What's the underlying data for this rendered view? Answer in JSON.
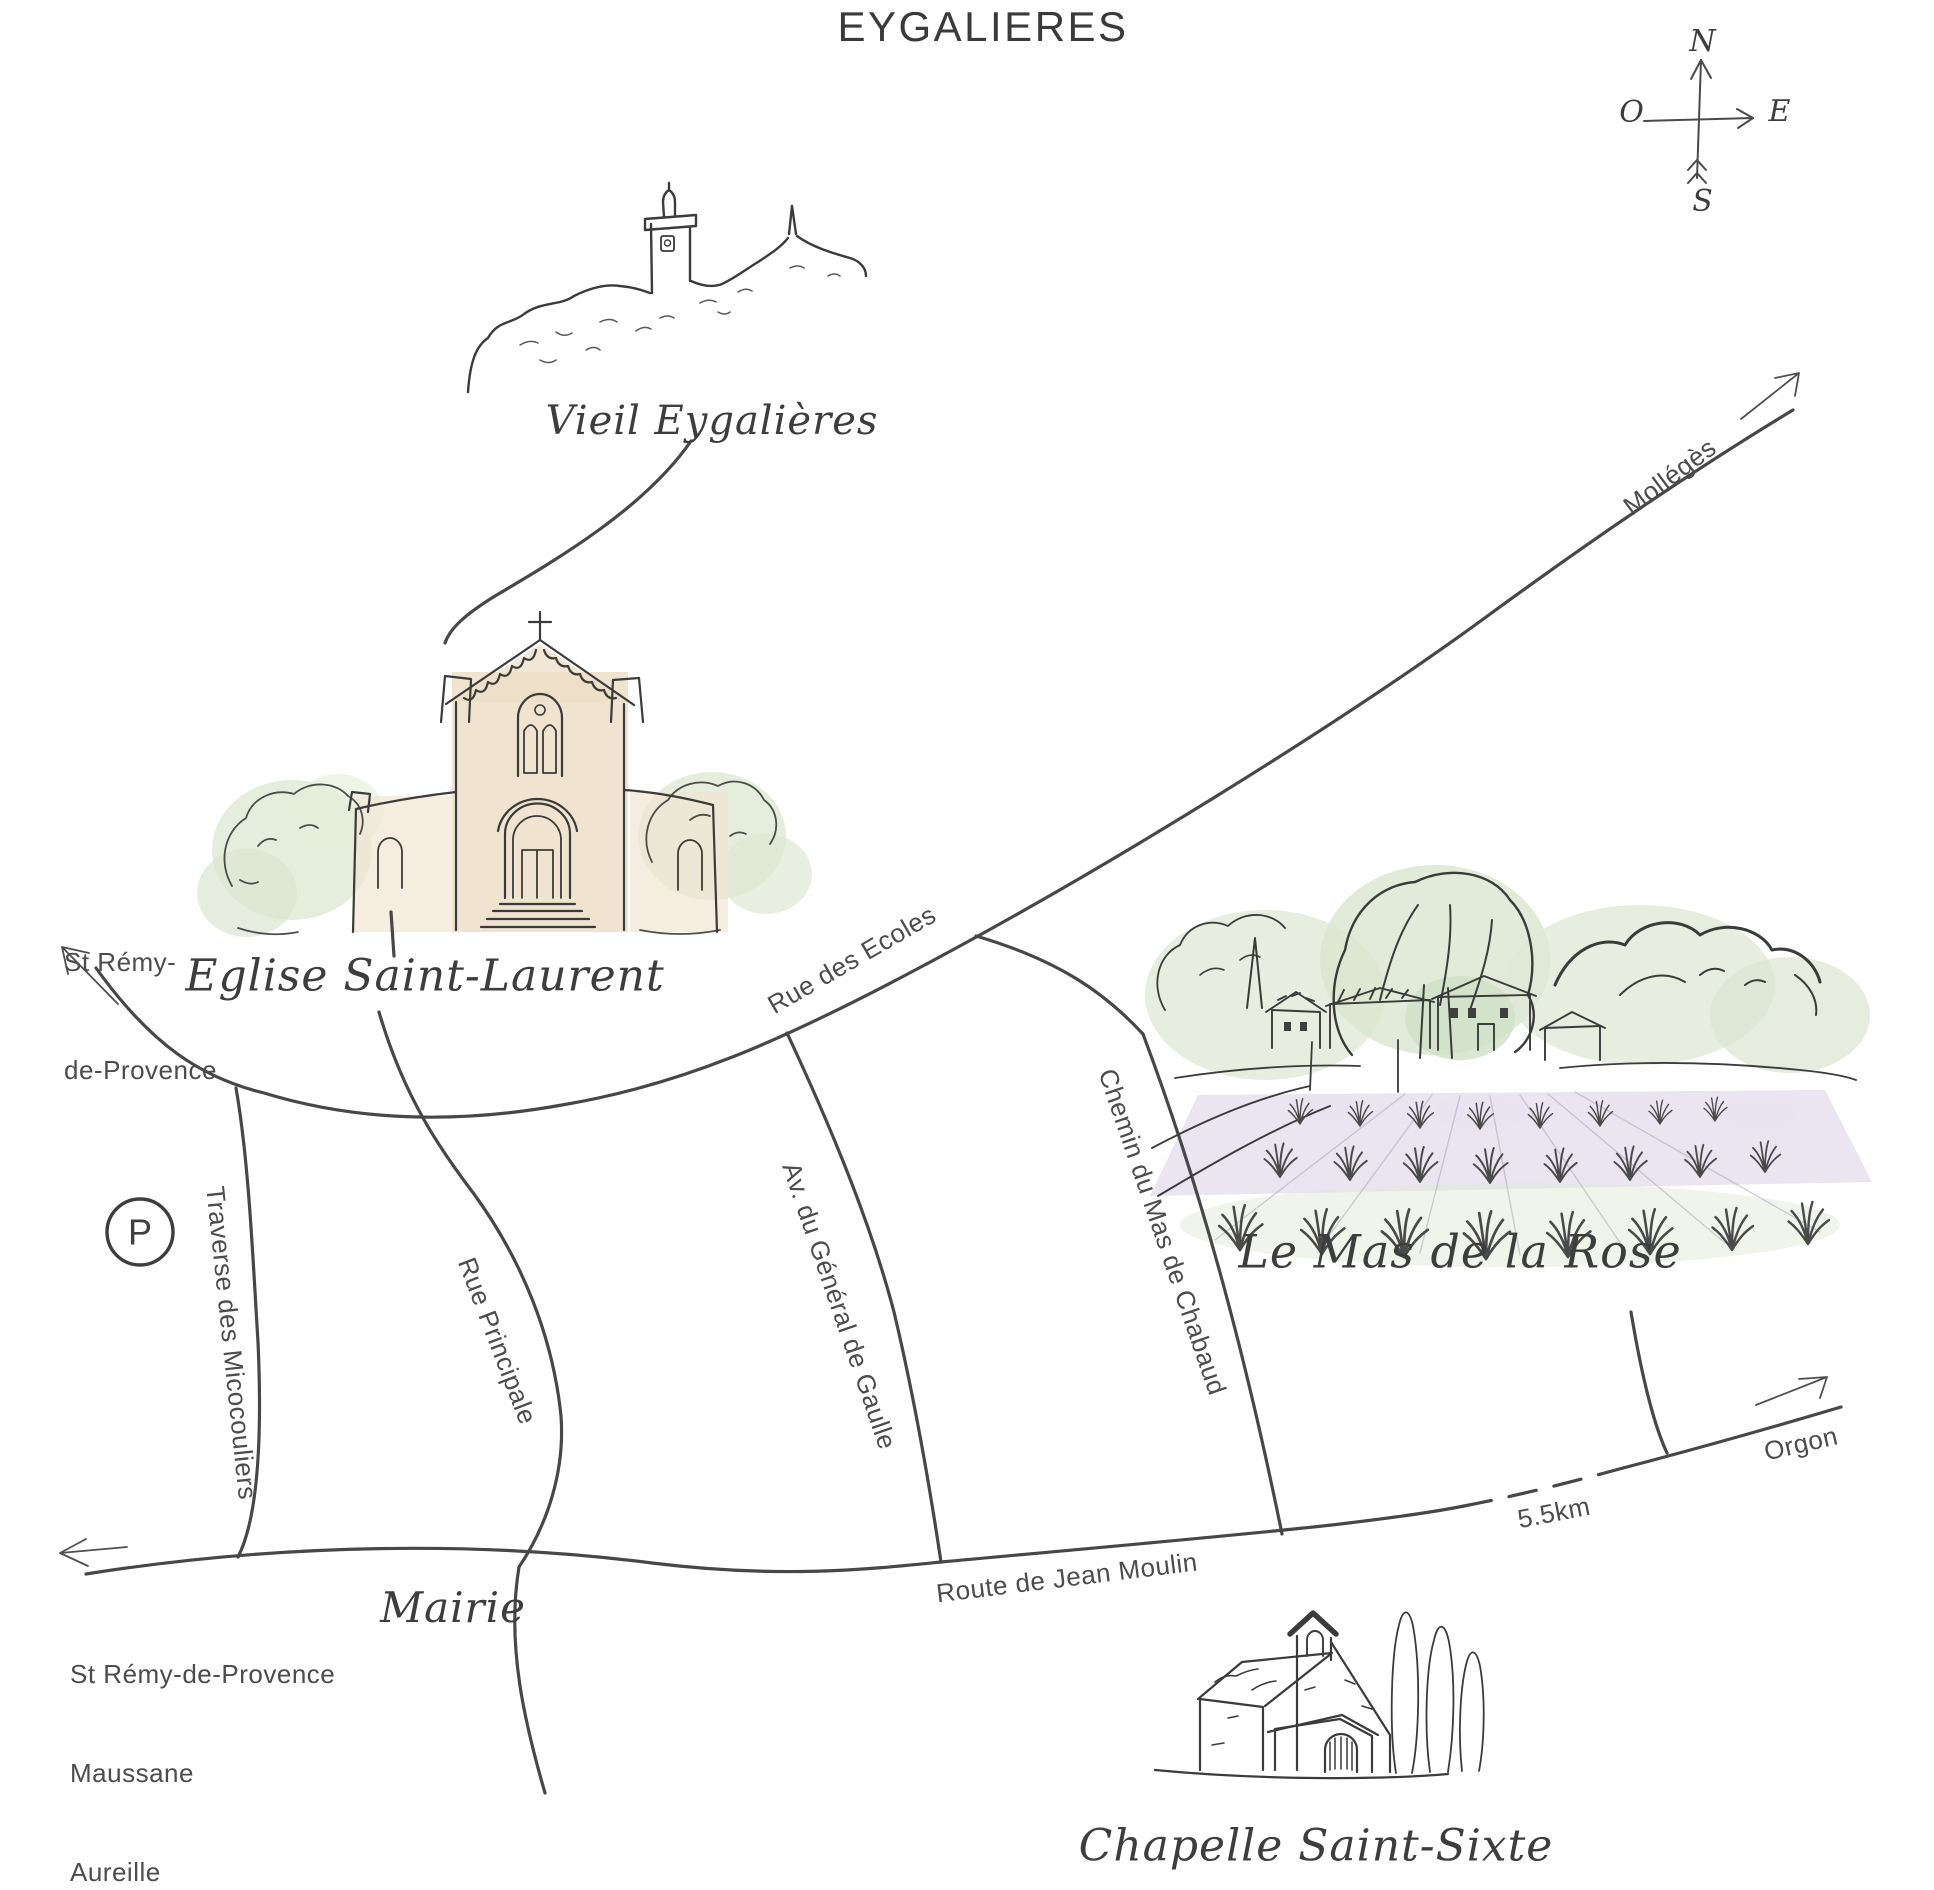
{
  "title": "EYGALIERES",
  "compass": {
    "n": "N",
    "e": "E",
    "s": "S",
    "o": "O"
  },
  "landmarks": {
    "vieil": "Vieil Eygalières",
    "eglise": "Eglise Saint-Laurent",
    "mas": "Le Mas de la Rose",
    "mairie": "Mairie",
    "chapelle": "Chapelle Saint-Sixte",
    "parking": "P"
  },
  "roads": {
    "ecoles": "Rue des Ecoles",
    "gaulle": "Av. du Général de Gaulle",
    "chabaud": "Chemin du Mas de Chabaud",
    "principale": "Rue Principale",
    "micocouliers": "Traverse des Micocouliers",
    "moulin": "Route de Jean Moulin"
  },
  "directions": {
    "st_remy_top": [
      "St Rémy-",
      "de-Provence"
    ],
    "st_remy_bottom": [
      "St Rémy-de-Provence",
      "Maussane",
      "Aureille"
    ],
    "molleges": "Mollégès",
    "orgon": "Orgon",
    "distance": "5.5km"
  },
  "colors": {
    "ink": "#3f3f3f",
    "road": "#474747",
    "tree_wash": "#dfe8d5",
    "facade_wash": "#ecddc6",
    "lavender_wash": "#e3dcec"
  }
}
